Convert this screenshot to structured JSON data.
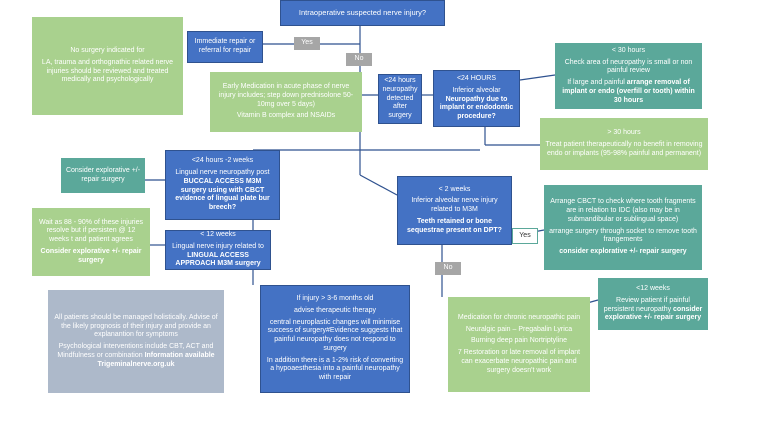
{
  "nodes": {
    "top": "Intraoperative suspected nerve injury?",
    "immediate": "Immediate repair or referral for repair",
    "no_surgery": {
      "l1": "No surgery indicated for",
      "l2": "LA, trauma and orthognathic related nerve injuries should be reviewed and treated medically and psychologically"
    },
    "yes1": "Yes",
    "no1": "No",
    "early_med": {
      "l1": "Early Medication in acute phase of nerve injury includes; step down prednisolone 50-10mg over 5 days)",
      "l2": "Vitamin B complex and NSAIDs"
    },
    "lt24": "<24 hours neuropathy detected after surgery",
    "lt24h": {
      "l1": "<24 HOURS",
      "l2a": "Inferior alveolar ",
      "l2b": "Neuropathy due to implant or endodontic procedure?"
    },
    "lt30": {
      "l1": "< 30 hours",
      "l2": "Check area of neuropathy is small  or non painful review",
      "l3a": "If large and painful ",
      "l3b": "arrange removal of implant or endo (overfill or tooth) within 30 hours"
    },
    "gt30": {
      "l1": "> 30 hours",
      "l2": "Treat patient therapeutically no benefit in removing endo or implants (95-98% painful and permanent)"
    },
    "explore1": "Consider explorative +/- repair surgery",
    "buccal": {
      "l1": "<24 hours -2 weeks",
      "l2": "Lingual nerve neuropathy post ",
      "l3": "BUCCAL ACCESS M3M surgery using with CBCT evidence of lingual plate bur breech?"
    },
    "wait": {
      "l1": "Wait as 88 - 90% of these injuries resolve but if persisten @ 12 weeks t and patient agrees",
      "l2": "Consider explorative +/- repair surgery"
    },
    "lingual": {
      "l1": "< 12 weeks",
      "l2": "Lingual nerve injury related to ",
      "l3": "LINGUAL ACCESS APPROACH M3M surgery"
    },
    "ia": {
      "l1": "< 2 weeks",
      "l2": "Inferior alveolar nerve injury related to M3M",
      "l3": "Teeth retained or bone sequestrae present on DPT?"
    },
    "yes2": "Yes",
    "no2": "No",
    "cbct": {
      "l1": "Arrange CBCT to check where tooth fragments are in relation to IDC (also may be in submandibular or sublingual space)",
      "l2": "arrange surgery through socket to remove tooth frangements",
      "l3": "consider explorative +/- repair surgery"
    },
    "lt12": {
      "l1": "<12 weeks",
      "l2a": "Review patient if painful persistent neuropathy ",
      "l2b": "consider explorative +/- repair surgery"
    },
    "holistic": {
      "l1": "All patients should be managed holistically. Advise of the likely prognosis of their injury and provide an explanantion for symptoms",
      "l2a": "Psychological interventions include CBT, ACT and Mindfulness or combination ",
      "l2b": "Information available Trigeminalnerve.org.uk"
    },
    "injury": {
      "l1": "If injury > 3-6 months old",
      "l2": "advise therapeutic therapy",
      "l3": "central neuroplastic changes will minimise success of surgery#Evidence suggests that painful neuropathy does not respond to surgery",
      "l4": "In addition there is a 1-2% risk of converting a hypoaesthesia into a painful neuropathy with repair"
    },
    "chronic": {
      "l1": "Medication for chronic neuropathic pain",
      "l2": "Neuralgic pain – Pregabalin Lyrica",
      "l3": "Burning deep pain Nortriptyline",
      "l4": "7 Restoration or late removal of implant can exacerbate neuropathic pain and surgery doesn't work"
    }
  },
  "colors": {
    "blue": "#4472c4",
    "light_green": "#a9d18e",
    "teal": "#5ba89a",
    "grey_blue": "#adb9ca",
    "connector": "#2f528f"
  }
}
